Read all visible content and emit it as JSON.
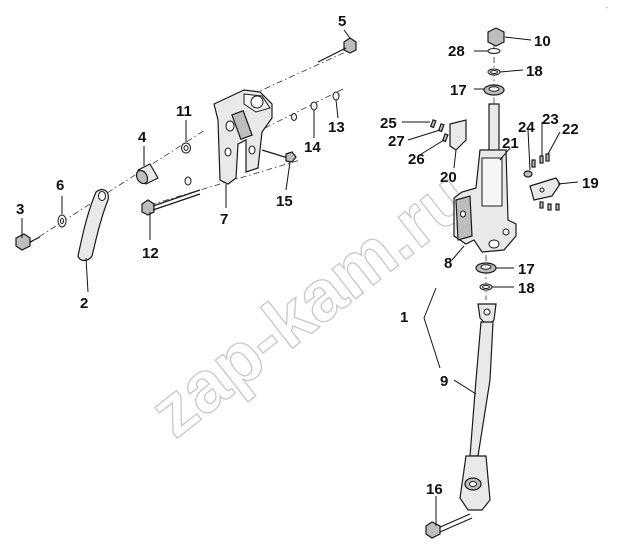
{
  "watermark": "zap-kam.ru",
  "corner_mark": "-",
  "callouts": [
    "1",
    "2",
    "3",
    "4",
    "5",
    "6",
    "7",
    "8",
    "9",
    "10",
    "11",
    "12",
    "13",
    "14",
    "15",
    "16",
    "17",
    "17",
    "18",
    "18",
    "19",
    "20",
    "21",
    "22",
    "23",
    "24",
    "25",
    "26",
    "27",
    "28"
  ]
}
